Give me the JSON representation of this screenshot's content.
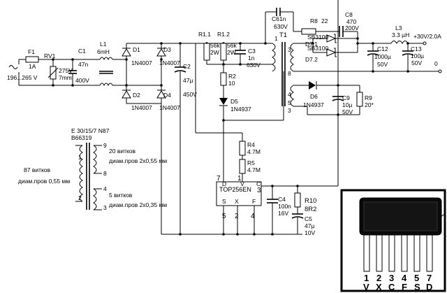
{
  "schematic": {
    "fuse": {
      "ref": "F1",
      "value": "1A"
    },
    "input_voltage": "196...265 V",
    "varistor": {
      "ref": "RV1",
      "v1": "275V",
      "v2": "7mm"
    },
    "c1": {
      "ref": "C1",
      "v1": "47n",
      "v2": "400V"
    },
    "l1": {
      "ref": "L1",
      "value": "6mH"
    },
    "d1": {
      "ref": "D1",
      "value": "1N4007"
    },
    "d2": {
      "ref": "D2",
      "value": "1N4007"
    },
    "d3": {
      "ref": "D3",
      "value": "1N4007"
    },
    "d4": {
      "ref": "D4",
      "value": "1N4007"
    },
    "c2": {
      "ref": "C2",
      "v1": "47µ",
      "v2": "450V"
    },
    "r11": {
      "ref": "R1.1",
      "v1": "56k",
      "v2": "2W"
    },
    "r12": {
      "ref": "R1.2",
      "v1": "56k",
      "v2": "2W"
    },
    "c3": {
      "ref": "C3",
      "v1": "1n",
      "v2": "630V"
    },
    "r2": {
      "ref": "R2",
      "value": "10"
    },
    "d5": {
      "ref": "D5",
      "value": "1N4937"
    },
    "c6": {
      "ref": "C6",
      "v1": "1n",
      "v2": "630V"
    },
    "t1": {
      "ref": "T1",
      "pins": [
        "1",
        "3",
        "8",
        "4",
        "5",
        "3"
      ]
    },
    "r8": {
      "ref": "R8",
      "value": "22"
    },
    "c8": {
      "ref": "C8",
      "v1": "470",
      "v2": "200V"
    },
    "d71": {
      "ref": "D7.1",
      "value": "SB3100"
    },
    "d72": {
      "ref": "D7.2",
      "value": "SB3100"
    },
    "l3": {
      "ref": "L3",
      "value": "3.3 µH"
    },
    "c12": {
      "ref": "C12",
      "v1": "1000µ",
      "v2": "50V"
    },
    "c13": {
      "ref": "C13",
      "v1": "100µ",
      "v2": "50V"
    },
    "output": {
      "voltage": "+30V/2.0A",
      "ground": "0"
    },
    "d6": {
      "ref": "D6",
      "value": "1N4937"
    },
    "c9": {
      "ref": "C9",
      "v1": "10µ",
      "v2": "50V"
    },
    "r9": {
      "ref": "R9",
      "value": "20*"
    },
    "r4": {
      "ref": "R4",
      "value": "4.7M"
    },
    "r5": {
      "ref": "R5",
      "value": "4.7M"
    },
    "ic": {
      "name": "TOP256EN",
      "pin_d_num": "7",
      "pin_d": "D",
      "pin_v_num": "1",
      "pin_v": "V",
      "pin_c": "C",
      "pin_c_num": "3",
      "pin_s": "S",
      "pin_x": "X",
      "pin_f": "F",
      "pin_s_num": "5",
      "pin_x_num": "2",
      "pin_f_num": "4"
    },
    "c4": {
      "ref": "C4",
      "v1": "100n",
      "v2": "16V"
    },
    "r10": {
      "ref": "R10",
      "value": "8R2"
    },
    "c5": {
      "ref": "C5",
      "v1": "47µ",
      "v2": "10V"
    }
  },
  "transformer_detail": {
    "core": "E 30/15/7 N87",
    "bobbin": "B66319",
    "primary_turns": "87 витков",
    "primary_wire": "диам.пров 0,55 мм",
    "sec1_turns": "20 витков",
    "sec1_wire": "диам.пров 2х0,55 мм",
    "sec2_turns": "5 витков",
    "sec2_wire": "диам.пров 2х0,35 мм",
    "pins": [
      "9",
      "1",
      "8",
      "4",
      "3",
      "2"
    ]
  },
  "package": {
    "pin_numbers": [
      "1",
      "2",
      "3",
      "4",
      "5",
      "7"
    ],
    "pin_letters": [
      "V",
      "X",
      "C",
      "F",
      "S",
      "D"
    ]
  }
}
